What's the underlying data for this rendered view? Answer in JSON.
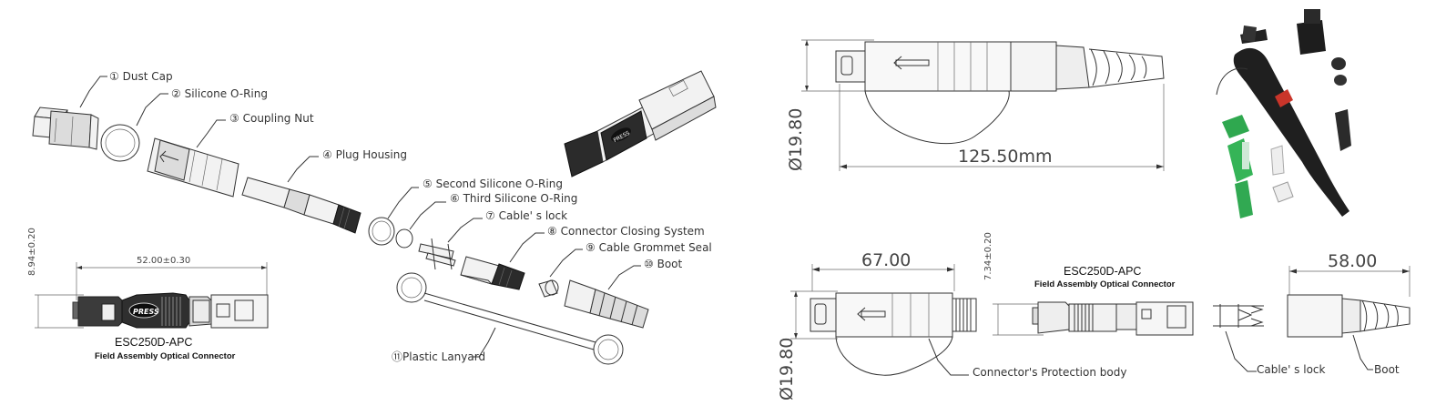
{
  "parts": [
    {
      "num": "①",
      "label": "Dust Cap"
    },
    {
      "num": "②",
      "label": "Silicone O-Ring"
    },
    {
      "num": "③",
      "label": "Coupling Nut"
    },
    {
      "num": "④",
      "label": "Plug Housing"
    },
    {
      "num": "⑤",
      "label": "Second Silicone O-Ring"
    },
    {
      "num": "⑥",
      "label": "Third Silicone O-Ring"
    },
    {
      "num": "⑦",
      "label": "Cable' s lock"
    },
    {
      "num": "⑧",
      "label": "Connector Closing System"
    },
    {
      "num": "⑨",
      "label": "Cable Grommet Seal"
    },
    {
      "num": "⑩",
      "label": "Boot"
    },
    {
      "num": "⑪",
      "label": "Plastic Lanyard"
    }
  ],
  "left_drawing": {
    "dim_length": "52.00±0.30",
    "dim_height": "8.94±0.20",
    "press_label": "PRESS",
    "model": "ESC250D-APC",
    "subtitle": "Field Assembly Optical Connector"
  },
  "right_top": {
    "dim_length": "125.50mm",
    "dim_diameter": "Ø19.80"
  },
  "right_bottom": {
    "dim_a": "67.00",
    "dim_diameter": "Ø19.80",
    "dim_height": "7.34±0.20",
    "dim_b": "58.00",
    "model": "ESC250D-APC",
    "subtitle": "Field Assembly Optical Connector",
    "callout_protection": "Connector's Protection body",
    "callout_lock": "Cable' s lock",
    "callout_boot": "Boot"
  }
}
